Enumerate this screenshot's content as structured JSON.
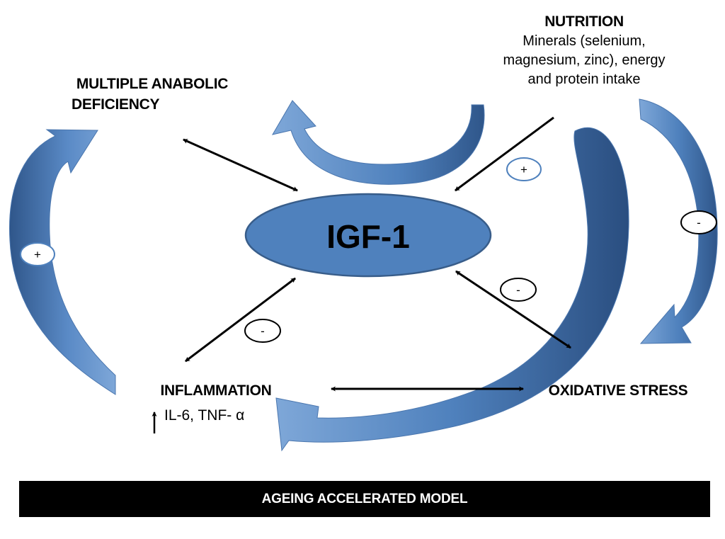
{
  "center": {
    "label": "IGF-1"
  },
  "nodes": {
    "anabolic": {
      "line1": "MULTIPLE ANABOLIC",
      "line2": "DEFICIENCY"
    },
    "nutrition": {
      "title": "NUTRITION",
      "lines": [
        "Minerals (selenium,",
        "magnesium, zinc), energy",
        "and protein intake"
      ]
    },
    "inflammation": {
      "title": "INFLAMMATION",
      "markers": "IL-6, TNF- α"
    },
    "oxidative": {
      "title": "OXIDATIVE STRESS"
    }
  },
  "signs": {
    "left_loop": "+",
    "nutrition_link": "+",
    "right_loop": "-",
    "oxidative_link": "-",
    "inflammation_link": "-"
  },
  "banner": {
    "label": "AGEING ACCELERATED MODEL"
  },
  "colors": {
    "ellipse_fill": "#4F81BD",
    "ellipse_stroke": "#385D8A",
    "arrow_light": "#6E9BD0",
    "arrow_dark": "#2F568A",
    "banner": "#000000"
  }
}
